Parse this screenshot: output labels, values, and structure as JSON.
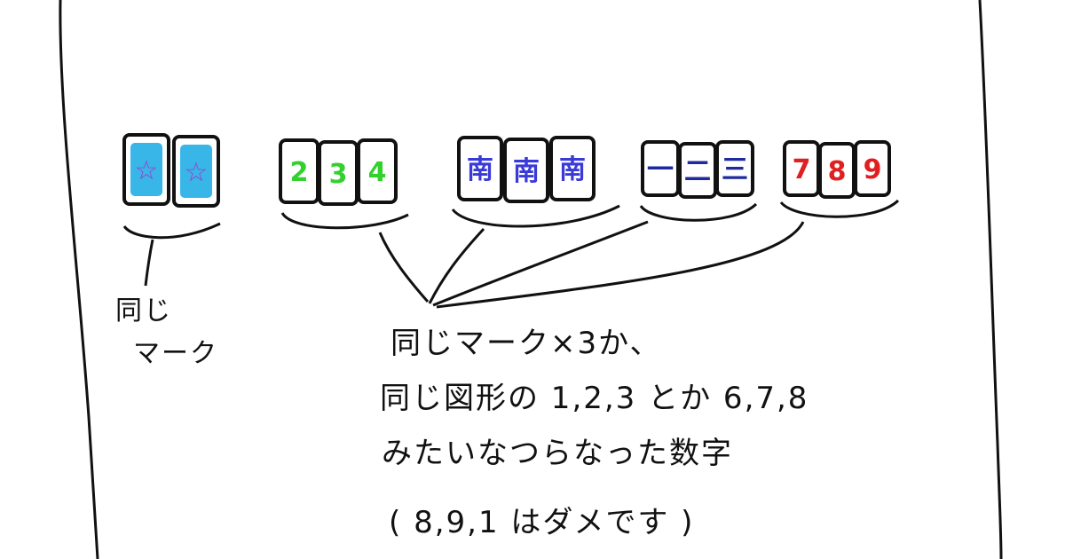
{
  "tile_groups": [
    {
      "id": "pair",
      "tiles": [
        {
          "label": "☆",
          "color": "#9b3fcf",
          "bg": "#38b6e8"
        },
        {
          "label": "☆",
          "color": "#9b3fcf",
          "bg": "#38b6e8"
        }
      ]
    },
    {
      "id": "green-sequence",
      "tiles": [
        {
          "label": "2",
          "color": "#32d12e",
          "bg": "#ffffff"
        },
        {
          "label": "3",
          "color": "#32d12e",
          "bg": "#ffffff"
        },
        {
          "label": "4",
          "color": "#32d12e",
          "bg": "#ffffff"
        }
      ]
    },
    {
      "id": "south-triplet",
      "tiles": [
        {
          "label": "南",
          "color": "#3a3ad8",
          "bg": "#ffffff"
        },
        {
          "label": "南",
          "color": "#3a3ad8",
          "bg": "#ffffff"
        },
        {
          "label": "南",
          "color": "#3a3ad8",
          "bg": "#ffffff"
        }
      ]
    },
    {
      "id": "blue-sequence",
      "tiles": [
        {
          "label": "一",
          "color": "#1e2a9e",
          "bg": "#ffffff"
        },
        {
          "label": "二",
          "color": "#1e2a9e",
          "bg": "#ffffff"
        },
        {
          "label": "三",
          "color": "#1e2a9e",
          "bg": "#ffffff"
        }
      ]
    },
    {
      "id": "red-sequence",
      "tiles": [
        {
          "label": "7",
          "color": "#e02020",
          "bg": "#ffffff"
        },
        {
          "label": "8",
          "color": "#e02020",
          "bg": "#ffffff"
        },
        {
          "label": "9",
          "color": "#e02020",
          "bg": "#ffffff"
        }
      ]
    }
  ],
  "notes": {
    "pair_line1": "同じ",
    "pair_line2": "マーク",
    "line1": "同じマーク×3か、",
    "line2": "同じ図形の 1,2,3 とか 6,7,8",
    "line3": "みたいなつらなった数字",
    "line4": "( 8,9,1 はダメです )"
  },
  "colors": {
    "ink": "#111111"
  }
}
